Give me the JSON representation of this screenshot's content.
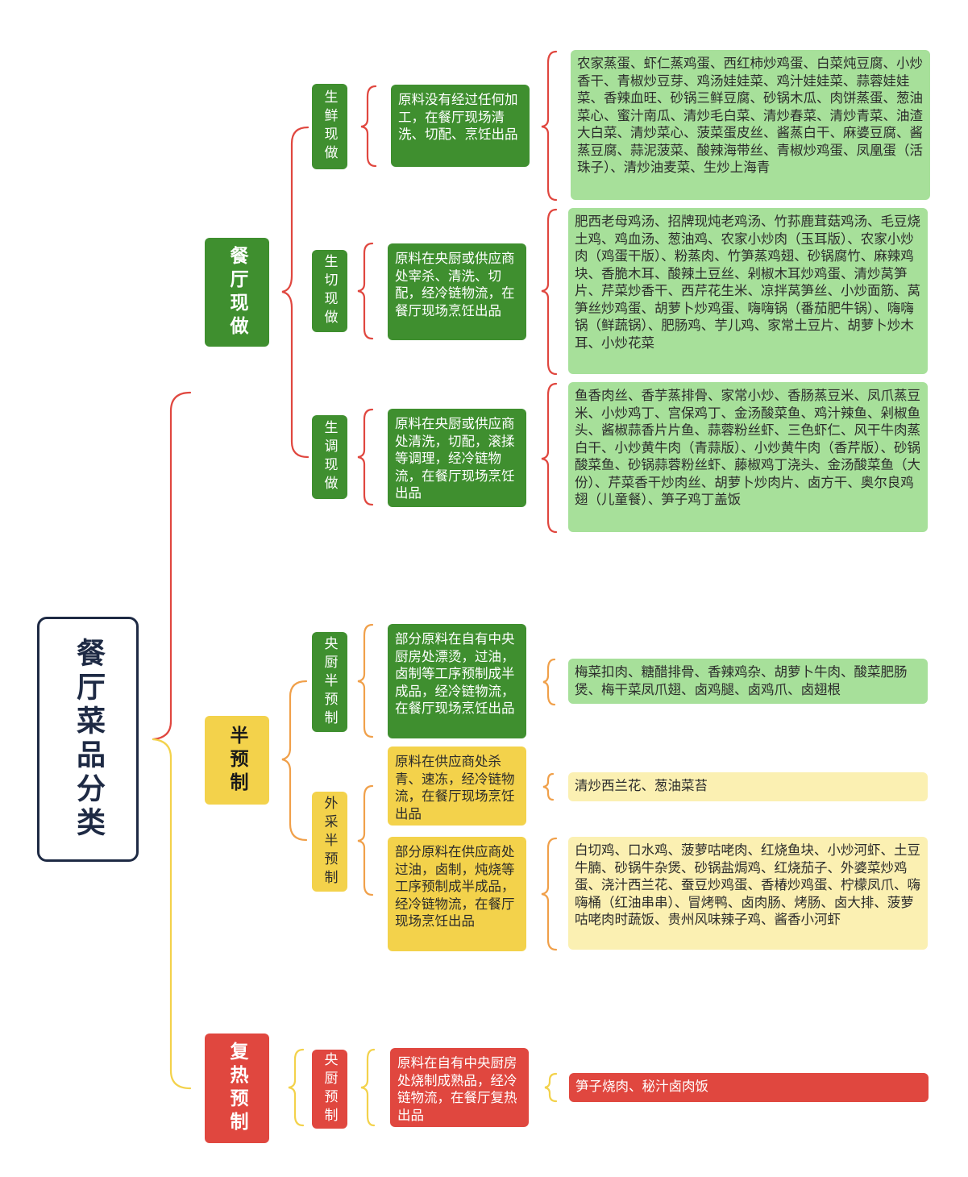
{
  "root": {
    "title": "餐厅菜品分类"
  },
  "colors": {
    "green_dark": "#3f8f2f",
    "green_light": "#a7e09a",
    "yellow": "#f3d24b",
    "yellow_light": "#fbf0b2",
    "red": "#e0473f",
    "navy": "#1e2a44"
  },
  "groups": [
    {
      "label": "餐厅现做",
      "color": "#3f8f2f",
      "subs": [
        {
          "label": "生鲜现做",
          "desc": "原料没有经过任何加工，在餐厅现场清洗、切配、烹饪出品",
          "examples": "农家蒸蛋、虾仁蒸鸡蛋、西红柿炒鸡蛋、白菜炖豆腐、小炒香干、青椒炒豆芽、鸡汤娃娃菜、鸡汁娃娃菜、蒜蓉娃娃菜、香辣血旺、砂锅三鲜豆腐、砂锅木瓜、肉饼蒸蛋、葱油菜心、蜜汁南瓜、清炒毛白菜、清炒春菜、清炒青菜、油渣大白菜、清炒菜心、菠菜蛋皮丝、酱蒸白干、麻婆豆腐、酱蒸豆腐、蒜泥菠菜、酸辣海带丝、青椒炒鸡蛋、凤凰蛋（活珠子）、清炒油麦菜、生炒上海青"
        },
        {
          "label": "生切现做",
          "desc": "原料在央厨或供应商处宰杀、清洗、切配，经冷链物流，在餐厅现场烹饪出品",
          "examples": "肥西老母鸡汤、招牌现炖老鸡汤、竹荪鹿茸菇鸡汤、毛豆烧土鸡、鸡血汤、葱油鸡、农家小炒肉（玉耳版）、农家小炒肉（鸡蛋干版）、粉蒸肉、竹笋蒸鸡翅、砂锅腐竹、麻辣鸡块、香脆木耳、酸辣土豆丝、剁椒木耳炒鸡蛋、清炒莴笋片、芹菜炒香干、西芹花生米、凉拌莴笋丝、小炒面筋、莴笋丝炒鸡蛋、胡萝卜炒鸡蛋、嗨嗨锅（番茄肥牛锅）、嗨嗨锅（鲜蔬锅）、肥肠鸡、芋儿鸡、家常土豆片、胡萝卜炒木耳、小炒花菜"
        },
        {
          "label": "生调现做",
          "desc": "原料在央厨或供应商处清洗，切配，滚揉等调理，经冷链物流，在餐厅现场烹饪出品",
          "examples": "鱼香肉丝、香芋蒸排骨、家常小炒、香肠蒸豆米、凤爪蒸豆米、小炒鸡丁、宫保鸡丁、金汤酸菜鱼、鸡汁辣鱼、剁椒鱼头、酱椒蒜香片片鱼、蒜蓉粉丝虾、三色虾仁、风干牛肉蒸白干、小炒黄牛肉（青蒜版）、小炒黄牛肉（香芹版）、砂锅酸菜鱼、砂锅蒜蓉粉丝虾、藤椒鸡丁浇头、金汤酸菜鱼（大份）、芹菜香干炒肉丝、胡萝卜炒肉片、卤方干、奥尔良鸡翅（儿童餐）、笋子鸡丁盖饭"
        }
      ]
    },
    {
      "label": "半预制",
      "color": "#f3d24b",
      "subs": [
        {
          "label": "央厨半预制",
          "desc": "部分原料在自有中央厨房处漂烫，过油，卤制等工序预制成半成品，经冷链物流，在餐厅现场烹饪出品",
          "examples": "梅菜扣肉、糖醋排骨、香辣鸡杂、胡萝卜牛肉、酸菜肥肠煲、梅干菜凤爪翅、卤鸡腿、卤鸡爪、卤翅根"
        },
        {
          "label": "外采半预制",
          "desc_a": "原料在供应商处杀青、速冻，经冷链物流，在餐厅现场烹饪出品",
          "examples_a": "清炒西兰花、葱油菜苔",
          "desc_b": "部分原料在供应商处过油，卤制，炖烧等工序预制成半成品，经冷链物流，在餐厅现场烹饪出品",
          "examples_b": "白切鸡、口水鸡、菠萝咕咾肉、红烧鱼块、小炒河虾、土豆牛腩、砂锅牛杂煲、砂锅盐焗鸡、红烧茄子、外婆菜炒鸡蛋、浇汁西兰花、蚕豆炒鸡蛋、香椿炒鸡蛋、柠檬凤爪、嗨嗨桶（红油串串）、冒烤鸭、卤肉肠、烤肠、卤大排、菠萝咕咾肉时蔬饭、贵州风味辣子鸡、酱香小河虾"
        }
      ]
    },
    {
      "label": "复热预制",
      "color": "#e0473f",
      "subs": [
        {
          "label": "央厨预制",
          "desc": "原料在自有中央厨房处烧制成熟品，经冷链物流，在餐厅复热出品",
          "examples": "笋子烧肉、秘汁卤肉饭"
        }
      ]
    }
  ]
}
